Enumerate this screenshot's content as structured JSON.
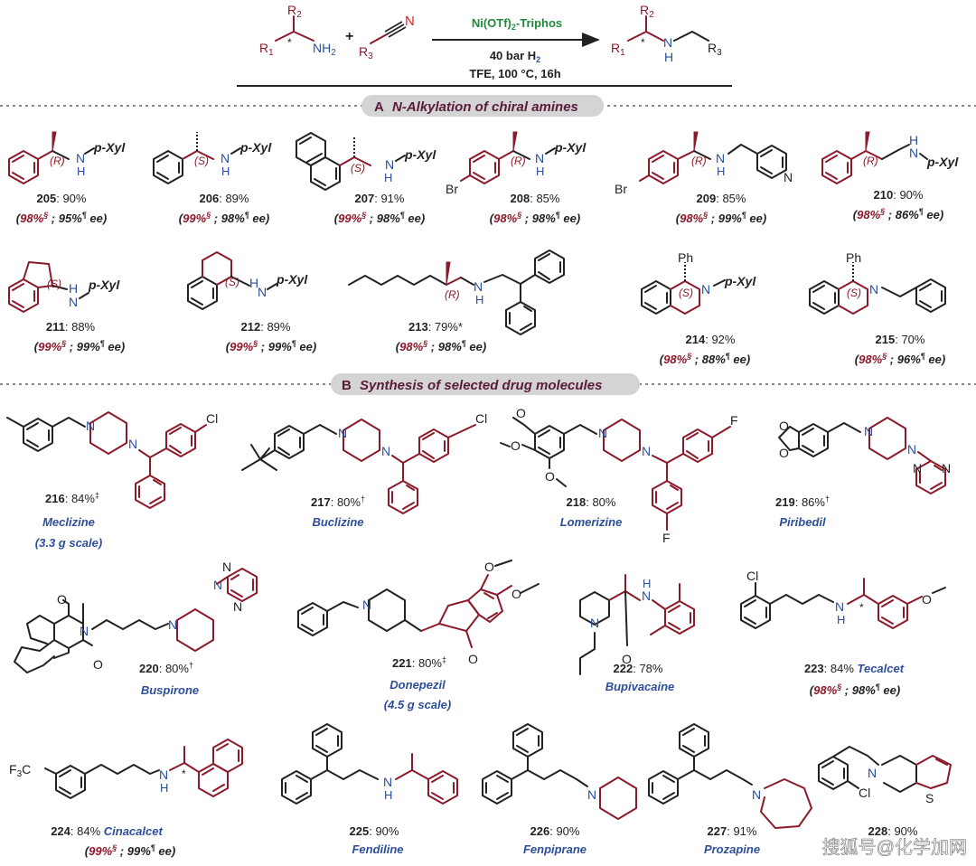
{
  "colors": {
    "red": "#8b1a2b",
    "blue": "#2d4f9a",
    "green": "#1f8a3a",
    "black": "#222222",
    "pill": "#d4d4d4",
    "label_blue": "#2d4f9a"
  },
  "scheme": {
    "reactant1": {
      "r2": "R",
      "r2_sub": "2",
      "r1": "R",
      "r1_sub": "1",
      "star": "*",
      "nh": "NH",
      "nh_sub": "2"
    },
    "plus": "+",
    "reactant2": {
      "r3": "R",
      "r3_sub": "3",
      "n": "N"
    },
    "catalyst": "Ni(OTf)",
    "catalyst_sub": "2",
    "catalyst_tail": "-Triphos",
    "pressure": "40 bar H",
    "pressure_sub": "2",
    "conditions": "TFE, 100 °C, 16h",
    "product": {
      "r2": "R",
      "r2_sub": "2",
      "r1": "R",
      "r1_sub": "1",
      "star": "*",
      "n": "N",
      "h": "H",
      "r3": "R",
      "r3_sub": "3"
    }
  },
  "section_a": {
    "letter": "A",
    "title": "N-Alkylation of chiral amines"
  },
  "section_b": {
    "letter": "B",
    "title": "Synthesis of selected drug molecules"
  },
  "symbols": {
    "N": "N",
    "H": "H",
    "O": "O",
    "Cl": "Cl",
    "Br": "Br",
    "F": "F",
    "S": "S",
    "Ph": "Ph",
    "CF3": "F",
    "CF3_sub": "3",
    "C": "C",
    "pxyl": "p-Xyl",
    "R": "(R)",
    "Sconf": "(S)",
    "star": "*"
  },
  "compounds_a": [
    {
      "id": "205",
      "yield": ": 90%",
      "ee1": "98%",
      "m1": "§",
      "sep": " ; ",
      "ee2": "95%",
      "m2": "¶",
      "tail": " ee)"
    },
    {
      "id": "206",
      "yield": ": 89%",
      "ee1": "99%",
      "m1": "§",
      "sep": " ; ",
      "ee2": "98%",
      "m2": "¶",
      "tail": " ee)"
    },
    {
      "id": "207",
      "yield": ": 91%",
      "ee1": "99%",
      "m1": "§",
      "sep": " ; ",
      "ee2": "98%",
      "m2": "¶",
      "tail": " ee)"
    },
    {
      "id": "208",
      "yield": ": 85%",
      "ee1": "98%",
      "m1": "§",
      "sep": " ; ",
      "ee2": "98%",
      "m2": "¶",
      "tail": " ee)"
    },
    {
      "id": "209",
      "yield": ": 85%",
      "ee1": "98%",
      "m1": "§",
      "sep": " ; ",
      "ee2": "99%",
      "m2": "¶",
      "tail": " ee)"
    },
    {
      "id": "210",
      "yield": ": 90%",
      "ee1": "98%",
      "m1": "§",
      "sep": " ; ",
      "ee2": "86%",
      "m2": "¶",
      "tail": " ee)"
    },
    {
      "id": "211",
      "yield": ": 88%",
      "ee1": "99%",
      "m1": "§",
      "sep": " ; ",
      "ee2": "99%",
      "m2": "¶",
      "tail": " ee)"
    },
    {
      "id": "212",
      "yield": ": 89%",
      "ee1": "99%",
      "m1": "§",
      "sep": " ; ",
      "ee2": "99%",
      "m2": "¶",
      "tail": " ee)"
    },
    {
      "id": "213",
      "yield": ": 79%*",
      "ee1": "98%",
      "m1": "§",
      "sep": " ; ",
      "ee2": "98%",
      "m2": "¶",
      "tail": " ee)"
    },
    {
      "id": "214",
      "yield": ": 92%",
      "ee1": "98%",
      "m1": "§",
      "sep": " ; ",
      "ee2": "88%",
      "m2": "¶",
      "tail": " ee)"
    },
    {
      "id": "215",
      "yield": ": 70%",
      "ee1": "98%",
      "m1": "§",
      "sep": " ; ",
      "ee2": "96%",
      "m2": "¶",
      "tail": " ee)"
    }
  ],
  "compounds_b": [
    {
      "id": "216",
      "yield": ": 84%",
      "mark": "‡",
      "name": "Meclizine",
      "scale": "(3.3 g scale)"
    },
    {
      "id": "217",
      "yield": ": 80%",
      "mark": "†",
      "name": "Buclizine"
    },
    {
      "id": "218",
      "yield": ": 80%",
      "mark": "",
      "name": "Lomerizine"
    },
    {
      "id": "219",
      "yield": ": 86%",
      "mark": "†",
      "name": "Piribedil"
    },
    {
      "id": "220",
      "yield": ": 80%",
      "mark": "†",
      "name": "Buspirone"
    },
    {
      "id": "221",
      "yield": ": 80%",
      "mark": "‡",
      "name": "Donepezil",
      "scale": "(4.5 g scale)"
    },
    {
      "id": "222",
      "yield": ": 78%",
      "mark": "",
      "name": "Bupivacaine"
    },
    {
      "id": "223",
      "yield": ": 84% ",
      "mark": "",
      "name": "Tecalcet",
      "ee1": "98%",
      "m1": "§",
      "sep": " ; ",
      "ee2": "98%",
      "m2": "¶",
      "tail": " ee)"
    },
    {
      "id": "224",
      "yield": ": 84% ",
      "mark": "",
      "name": "Cinacalcet",
      "ee1": "99%",
      "m1": "§",
      "sep": " ; ",
      "ee2": "99%",
      "m2": "¶",
      "tail": " ee)"
    },
    {
      "id": "225",
      "yield": ": 90%",
      "mark": "",
      "name": "Fendiline"
    },
    {
      "id": "226",
      "yield": ": 90%",
      "mark": "",
      "name": "Fenpiprane"
    },
    {
      "id": "227",
      "yield": ": 91%",
      "mark": "",
      "name": "Prozapine"
    },
    {
      "id": "228",
      "yield": ": 90%",
      "mark": "",
      "name": ""
    }
  ],
  "watermark": "搜狐号@化学加网"
}
